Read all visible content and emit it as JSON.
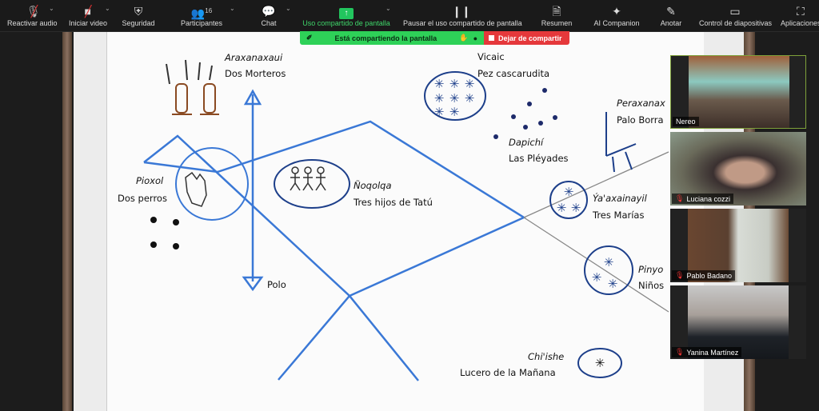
{
  "toolbar": {
    "items": [
      {
        "label": "Reactivar audio",
        "icon": "mic-muted-icon"
      },
      {
        "label": "Iniciar video",
        "icon": "video-off-icon"
      },
      {
        "label": "Seguridad",
        "icon": "shield-icon"
      },
      {
        "label": "Participantes",
        "icon": "participants-icon",
        "count": "16"
      },
      {
        "label": "Chat",
        "icon": "chat-icon"
      },
      {
        "label": "Uso compartido de pantalla",
        "icon": "share-screen-icon"
      },
      {
        "label": "Pausar el uso compartido de pantalla",
        "icon": "pause-icon"
      },
      {
        "label": "Resumen",
        "icon": "summary-icon"
      },
      {
        "label": "AI Companion",
        "icon": "sparkle-icon"
      },
      {
        "label": "Anotar",
        "icon": "pencil-icon"
      },
      {
        "label": "Control de diapositivas",
        "icon": "slide-control-icon"
      },
      {
        "label": "Aplicaciones",
        "icon": "apps-icon"
      }
    ]
  },
  "banner": {
    "sharing_text": "Está compartiendo la pantalla",
    "stop_label": "Dejar de compartir",
    "accent_green": "#2ed158",
    "accent_red": "#e5383b"
  },
  "slide": {
    "labels": [
      {
        "native": "Araxanaxaui",
        "spanish": "Dos Morteros"
      },
      {
        "native": "Vicaic",
        "spanish": "Pez cascarudita"
      },
      {
        "native": "Peraxanax",
        "spanish": "Palo Borra"
      },
      {
        "native": "Dapichí",
        "spanish": "Las Pléyades"
      },
      {
        "native": "Pioxol",
        "spanish": "Dos perros"
      },
      {
        "native": "Ñoqolqa",
        "spanish": "Tres hijos de Tatú"
      },
      {
        "native": "Ýa'axainayil",
        "spanish": "Tres Marías"
      },
      {
        "native": "Pinyo",
        "spanish": "Niños"
      },
      {
        "native": "Chi'ishe",
        "spanish": "Lucero de la Mañana"
      }
    ],
    "polo": "Polo"
  },
  "participants": [
    {
      "name": "Nereo",
      "muted": false
    },
    {
      "name": "Luciana cozzi",
      "muted": true
    },
    {
      "name": "Pablo Badano",
      "muted": true
    },
    {
      "name": "Yanina Martínez",
      "muted": true
    }
  ]
}
